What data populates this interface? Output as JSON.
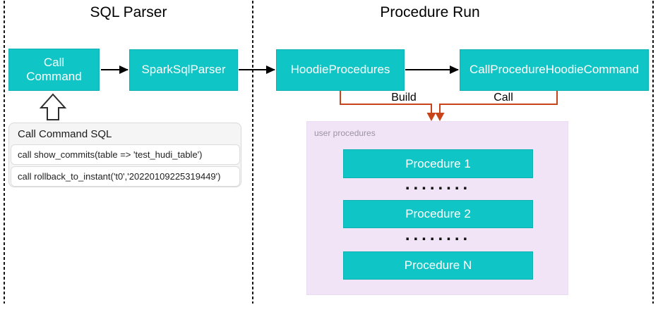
{
  "diagram": {
    "sections": [
      {
        "title": "SQL Parser"
      },
      {
        "title": "Procedure Run"
      }
    ],
    "nodes": {
      "call_command": {
        "label": "Call Command"
      },
      "spark_sql_parser": {
        "label": "SparkSqlParser"
      },
      "hoodie_procedures": {
        "label": "HoodieProcedures"
      },
      "call_procedure_hoodie_command": {
        "label": "CallProcedureHoodieCommand"
      }
    },
    "edge_labels": {
      "build": "Build",
      "call": "Call"
    },
    "sql_panel": {
      "title": "Call Command SQL",
      "rows": [
        "call show_commits(table => 'test_hudi_table')",
        "call rollback_to_instant('t0','20220109225319449')"
      ]
    },
    "user_procedures": {
      "label": "user procedures",
      "items": [
        {
          "label": "Procedure 1"
        },
        {
          "label": "Procedure 2"
        },
        {
          "label": "Procedure N"
        }
      ],
      "dots": "........"
    },
    "colors": {
      "node_fill": "#10C5C5",
      "node_border": "#0FAFB2",
      "node_text": "#FFFFFF",
      "orange": "#C8431A",
      "purple_fill": "#F2E4F7",
      "panel_fill": "#F5F5F5"
    }
  }
}
